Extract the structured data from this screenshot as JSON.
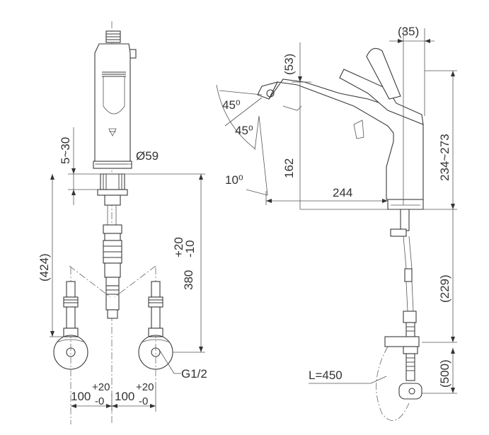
{
  "left_view": {
    "dims": {
      "diameter": "Ø59",
      "deck_range": "5~30",
      "overall": "(424)",
      "length_main": "380",
      "length_plus": "+20",
      "length_minus": "-10",
      "thread": "G1/2",
      "spacing_main": "100",
      "spacing_plus": "+20",
      "spacing_minus": "-0"
    }
  },
  "right_view": {
    "dims": {
      "offset_35": "(35)",
      "head_53": "(53)",
      "angle_top": "45⁰",
      "angle_mid": "45⁰",
      "angle_low": "10⁰",
      "height_162": "162",
      "reach_244": "244",
      "height_range": "234~273",
      "below_229": "(229)",
      "weight_500": "(500)",
      "hose": "L=450"
    }
  }
}
